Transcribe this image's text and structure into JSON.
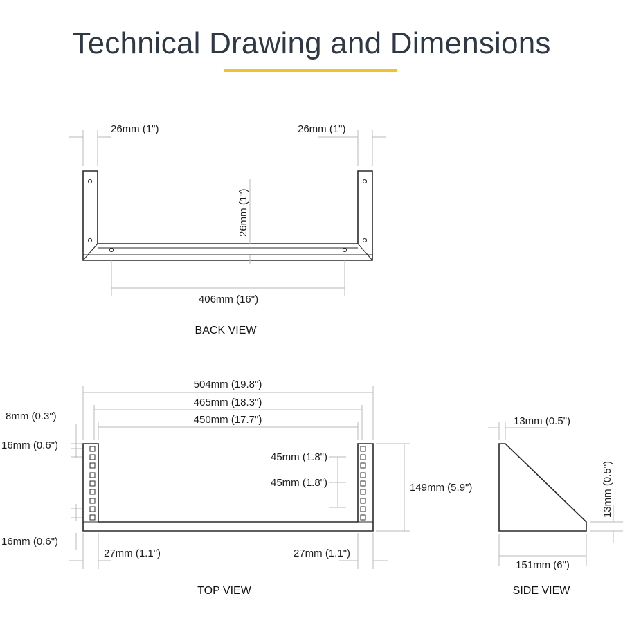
{
  "header": {
    "title": "Technical Drawing and Dimensions",
    "accent_color": "#f2c12e"
  },
  "back_view": {
    "label": "BACK VIEW",
    "left_flange": "26mm (1\")",
    "right_flange": "26mm (1\")",
    "height": "26mm (1\")",
    "inner_width": "406mm (16\")"
  },
  "top_view": {
    "label": "TOP VIEW",
    "overall_width": "504mm (19.8\")",
    "mid_width": "465mm (18.3\")",
    "inner_width": "450mm (17.7\")",
    "top_offset": "8mm (0.3\")",
    "top_spacing": "16mm (0.6\")",
    "bottom_spacing": "16mm (0.6\")",
    "hole_pitch_1": "45mm (1.8\")",
    "hole_pitch_2": "45mm (1.8\")",
    "depth": "149mm (5.9\")",
    "left_flange": "27mm (1.1\")",
    "right_flange": "27mm (1.1\")"
  },
  "side_view": {
    "label": "SIDE VIEW",
    "top_width": "13mm (0.5\")",
    "bottom_height": "13mm (0.5\")",
    "length": "151mm (6\")"
  }
}
